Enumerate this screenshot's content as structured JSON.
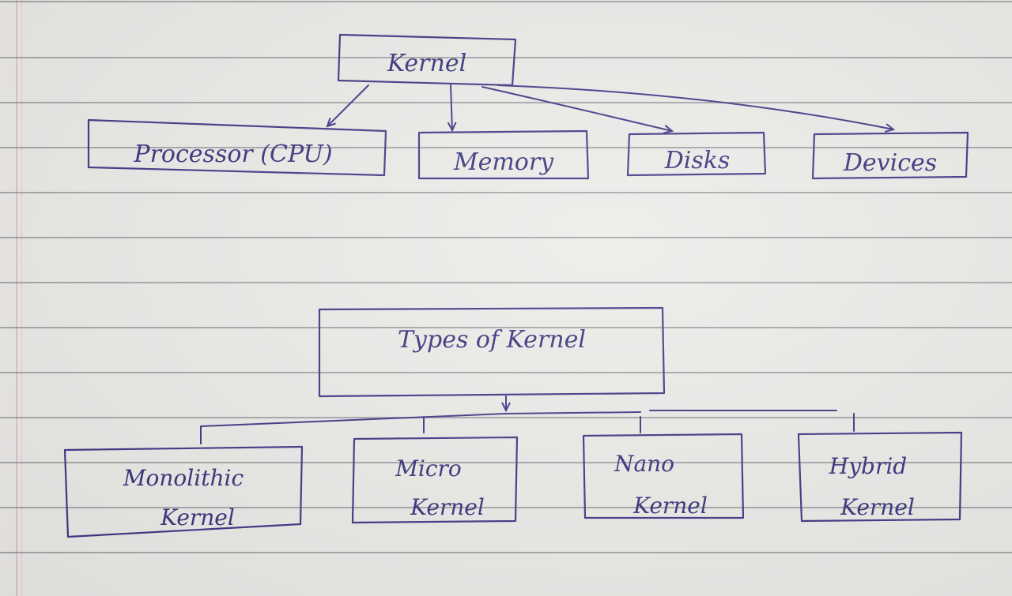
{
  "top_tree": {
    "root": "Kernel",
    "children": [
      "Processor (CPU)",
      "Memory",
      "Disks",
      "Devices"
    ]
  },
  "types_tree": {
    "root": "Types of Kernel",
    "children": [
      {
        "line1": "Monolithic",
        "line2": "Kernel"
      },
      {
        "line1": "Micro",
        "line2": "Kernel"
      },
      {
        "line1": "Nano",
        "line2": "Kernel"
      },
      {
        "line1": "Hybrid",
        "line2": "Kernel"
      }
    ]
  },
  "colors": {
    "ink": "#3d3585",
    "paper": "#ecebe8"
  }
}
